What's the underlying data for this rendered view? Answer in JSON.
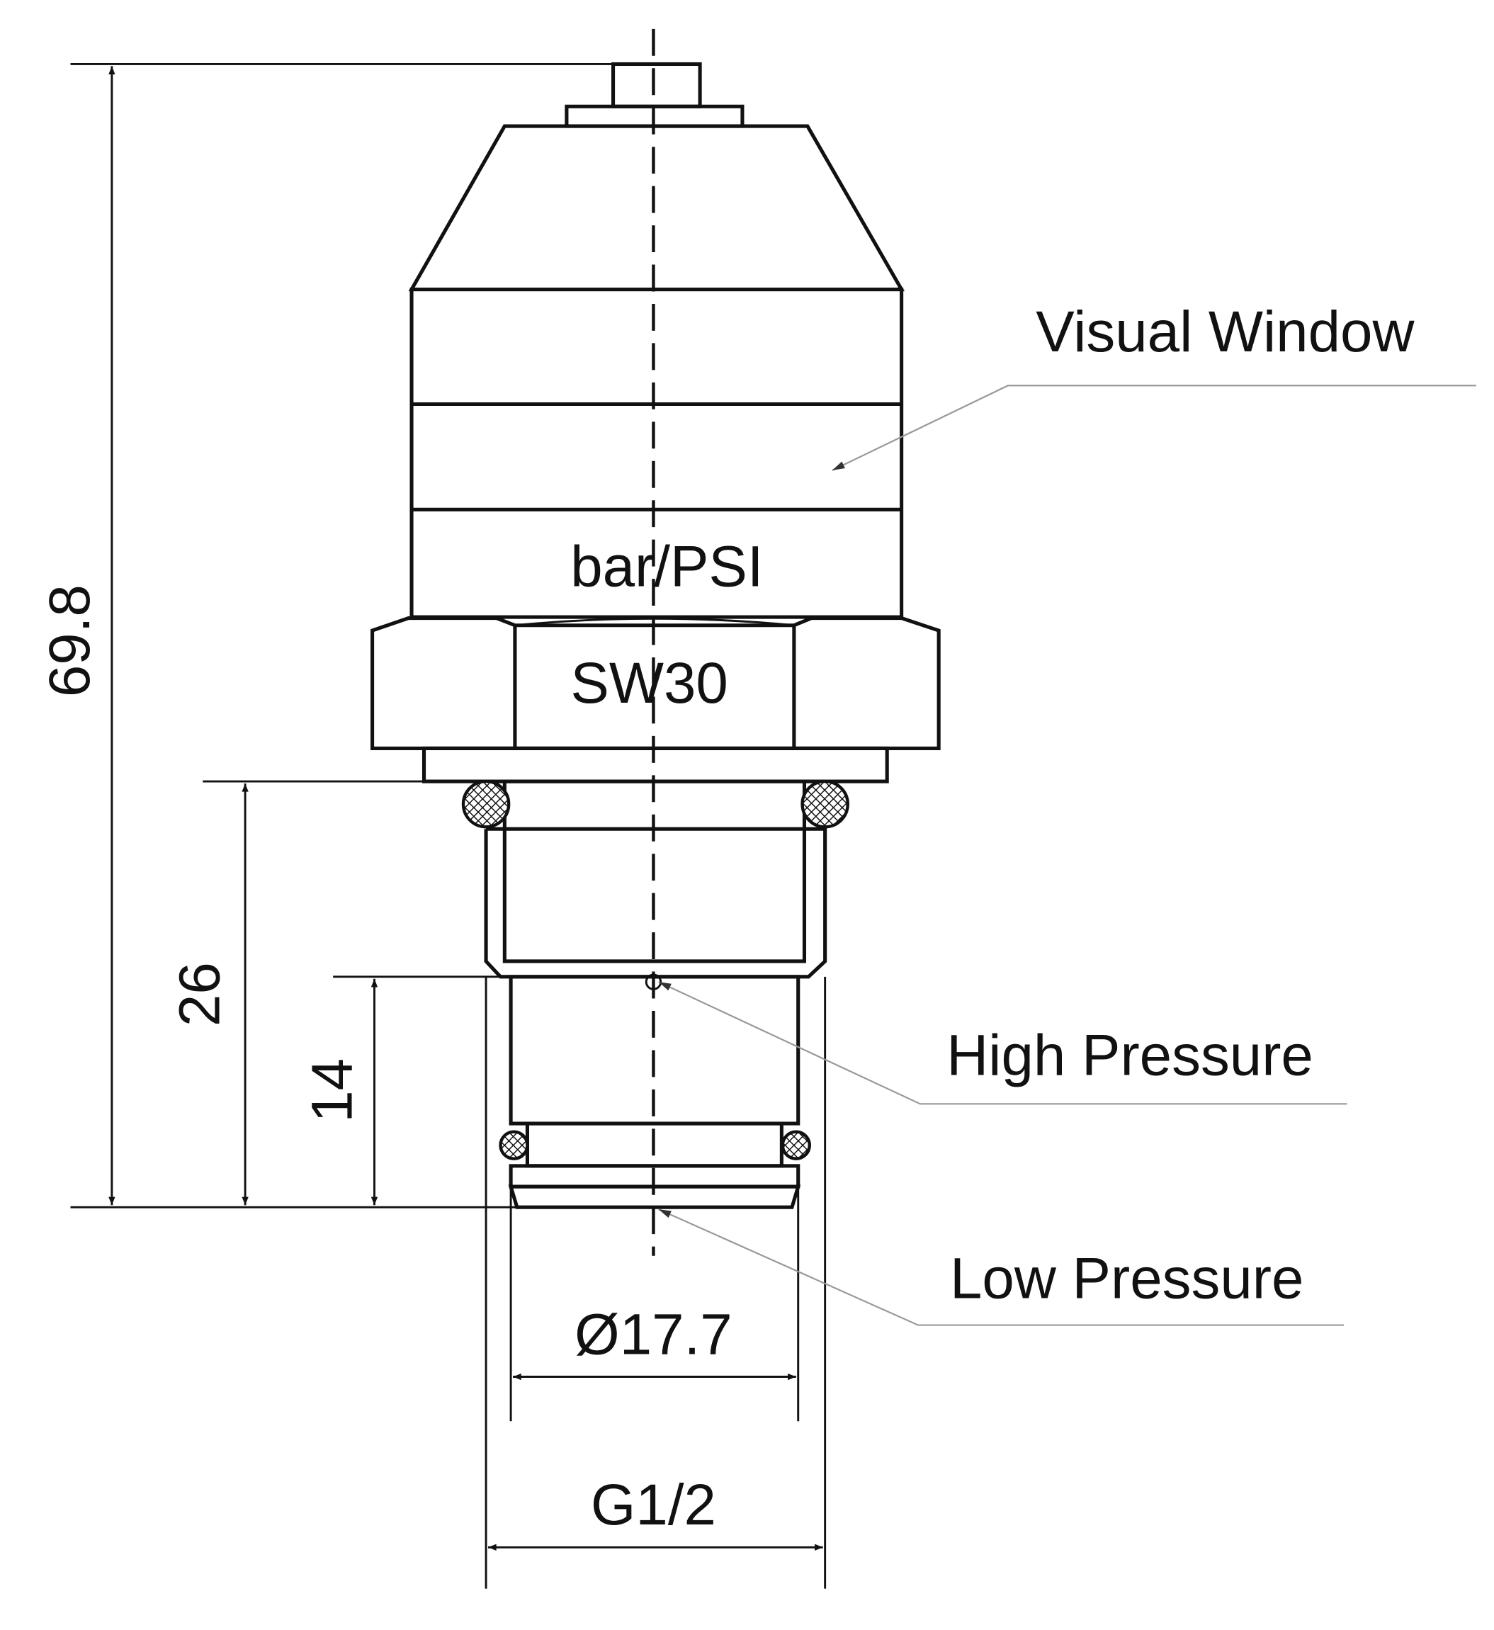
{
  "labels": {
    "body_unit": "bar/PSI",
    "hex": "SW30",
    "visual_window": "Visual Window",
    "high_pressure": "High Pressure",
    "low_pressure": "Low Pressure"
  },
  "dimensions": {
    "overall_height": "69.8",
    "thread_length": "26",
    "lower_length": "14",
    "inner_diameter": "Ø17.7",
    "thread": "G1/2"
  }
}
